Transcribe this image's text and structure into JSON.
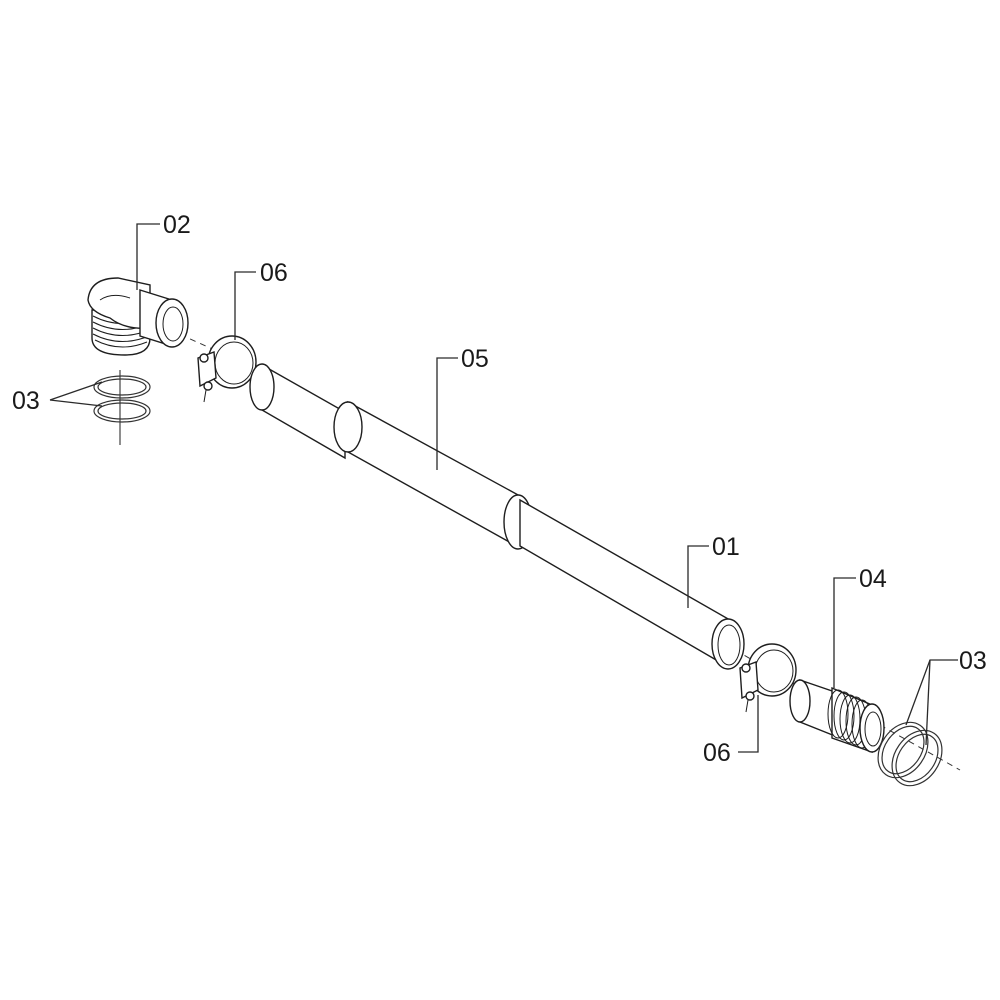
{
  "diagram": {
    "labels": {
      "elbow": "02",
      "clamp_top": "06",
      "sleeve": "05",
      "pipe": "01",
      "adapter": "04",
      "rings_left": "03",
      "rings_right": "03",
      "clamp_bottom": "06"
    },
    "colors": {
      "line": "#1e1e1e",
      "background": "#ffffff"
    }
  }
}
